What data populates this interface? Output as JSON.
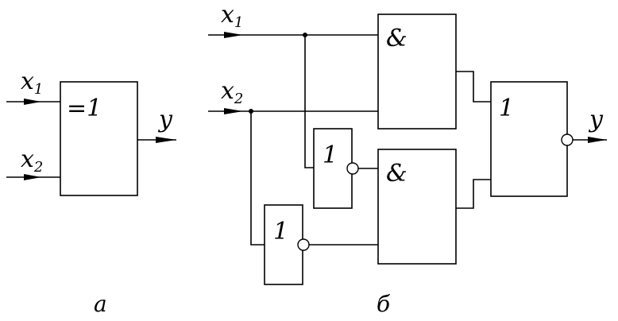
{
  "diagram_a": {
    "gate_label": "=1",
    "inputs": [
      {
        "name": "x",
        "sub": "1"
      },
      {
        "name": "x",
        "sub": "2"
      }
    ],
    "output": "y",
    "caption": "а"
  },
  "diagram_b": {
    "and_gate_1_label": "&",
    "and_gate_2_label": "&",
    "not_gate_1_label": "1",
    "not_gate_2_label": "1",
    "nor_gate_label": "1",
    "inputs": [
      {
        "name": "x",
        "sub": "1"
      },
      {
        "name": "x",
        "sub": "2"
      }
    ],
    "output": "y",
    "caption": "б"
  }
}
